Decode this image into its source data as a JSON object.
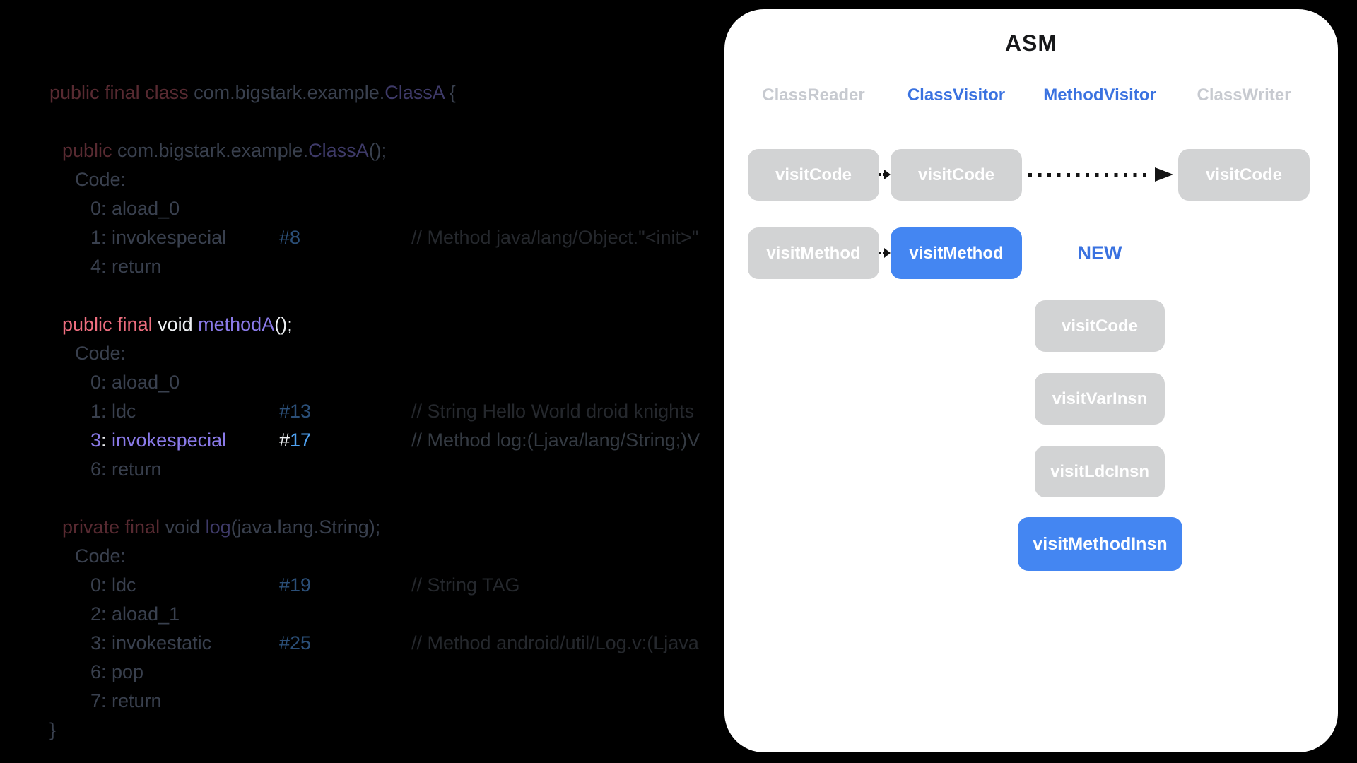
{
  "colors": {
    "page_bg": "#000000",
    "card_bg": "#ffffff",
    "box_gray": "#d2d3d4",
    "box_blue": "#4486f2",
    "text_blue": "#3a72e0",
    "header_gray": "#c7cad0",
    "code_pink": "#ee6e7f",
    "code_purple": "#8a7ae8",
    "code_blue": "#4fa2f2"
  },
  "code": {
    "lines": [
      {
        "ind": 0,
        "segs": [
          [
            "kw",
            "public final class "
          ],
          [
            "pln",
            "com.bigstark.example."
          ],
          [
            "cls",
            "ClassA"
          ],
          [
            "pln",
            " {"
          ]
        ]
      },
      {
        "blank": true
      },
      {
        "ind": 1,
        "segs": [
          [
            "kw",
            "public "
          ],
          [
            "pln",
            "com.bigstark.example."
          ],
          [
            "cls",
            "ClassA"
          ],
          [
            "pln",
            "();"
          ]
        ]
      },
      {
        "ind": 2,
        "segs": [
          [
            "pln",
            "Code:"
          ]
        ]
      },
      {
        "ind": 3,
        "segs": [
          [
            "pln",
            "0: aload_0"
          ]
        ]
      },
      {
        "ind": 3,
        "segs": [
          [
            "pln",
            "1: invokespecial"
          ]
        ],
        "ref": [
          [
            "ref",
            "#8"
          ]
        ],
        "cmt": [
          [
            "cmt",
            "// Method java/lang/Object.\"<init>\""
          ]
        ]
      },
      {
        "ind": 3,
        "segs": [
          [
            "pln",
            "4: return"
          ]
        ]
      },
      {
        "blank": true
      },
      {
        "ind": 1,
        "segs": [
          [
            "pink",
            "public final "
          ],
          [
            "white",
            "void "
          ],
          [
            "purp",
            "methodA"
          ],
          [
            "white",
            "();"
          ]
        ]
      },
      {
        "ind": 2,
        "segs": [
          [
            "pln",
            "Code:"
          ]
        ]
      },
      {
        "ind": 3,
        "segs": [
          [
            "pln",
            "0: aload_0"
          ]
        ]
      },
      {
        "ind": 3,
        "segs": [
          [
            "pln",
            "1: ldc"
          ]
        ],
        "ref": [
          [
            "ref",
            "#13"
          ]
        ],
        "cmt": [
          [
            "cmt",
            "// String Hello World droid knights"
          ]
        ]
      },
      {
        "ind": 3,
        "segs": [
          [
            "purp",
            "3"
          ],
          [
            "white",
            ": "
          ],
          [
            "purp",
            "invokespecial"
          ]
        ],
        "ref": [
          [
            "white",
            "#"
          ],
          [
            "blue",
            "17"
          ]
        ],
        "cmt": [
          [
            "hcmt",
            "// Method log:(Ljava/lang/String;)V"
          ]
        ]
      },
      {
        "ind": 3,
        "segs": [
          [
            "pln",
            "6: return"
          ]
        ]
      },
      {
        "blank": true
      },
      {
        "ind": 1,
        "segs": [
          [
            "kw",
            "private final "
          ],
          [
            "pln",
            "void "
          ],
          [
            "cls",
            "log"
          ],
          [
            "pln",
            "(java.lang.String);"
          ]
        ]
      },
      {
        "ind": 2,
        "segs": [
          [
            "pln",
            "Code:"
          ]
        ]
      },
      {
        "ind": 3,
        "segs": [
          [
            "pln",
            "0: ldc"
          ]
        ],
        "ref": [
          [
            "ref",
            "#19"
          ]
        ],
        "cmt": [
          [
            "cmt",
            "// String TAG"
          ]
        ]
      },
      {
        "ind": 3,
        "segs": [
          [
            "pln",
            "2: aload_1"
          ]
        ]
      },
      {
        "ind": 3,
        "segs": [
          [
            "pln",
            "3: invokestatic"
          ]
        ],
        "ref": [
          [
            "ref",
            "#25"
          ]
        ],
        "cmt": [
          [
            "cmt",
            "// Method android/util/Log.v:(Ljava"
          ]
        ]
      },
      {
        "ind": 3,
        "segs": [
          [
            "pln",
            "6: pop"
          ]
        ]
      },
      {
        "ind": 3,
        "segs": [
          [
            "pln",
            "7: return"
          ]
        ]
      },
      {
        "ind": 0,
        "segs": [
          [
            "pln",
            "}"
          ]
        ]
      }
    ]
  },
  "card": {
    "title": "ASM",
    "headers": [
      {
        "label": "ClassReader",
        "active": false
      },
      {
        "label": "ClassVisitor",
        "active": true
      },
      {
        "label": "MethodVisitor",
        "active": true
      },
      {
        "label": "ClassWriter",
        "active": false
      }
    ],
    "visit_code_row": {
      "class_reader": "visitCode",
      "class_visitor": "visitCode",
      "class_writer": "visitCode"
    },
    "visit_method_row": {
      "class_reader": "visitMethod",
      "class_visitor": "visitMethod",
      "class_visitor_highlight": true,
      "new_label": "NEW"
    },
    "method_visitor_stack": [
      {
        "label": "visitCode",
        "highlight": false
      },
      {
        "label": "visitVarInsn",
        "highlight": false
      },
      {
        "label": "visitLdcInsn",
        "highlight": false
      },
      {
        "label": "visitMethodInsn",
        "highlight": true
      }
    ]
  }
}
